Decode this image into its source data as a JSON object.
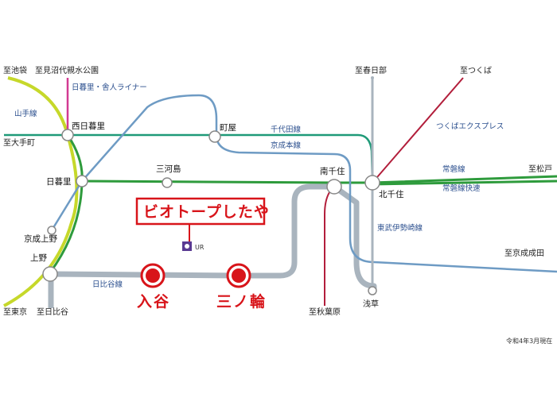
{
  "colors": {
    "yamanote": "#c6d82a",
    "jr_green": "#2e9b3c",
    "hibiya": "#a9b4be",
    "chiyoda_kanto": "#1f9a78",
    "tobu": "#6e9bc4",
    "tsukuba": "#b21e3b",
    "toneri": "#d23a92",
    "keisei": "#4a78b2",
    "station_red": "#d8141a",
    "label_blue": "#2b4f8e"
  },
  "destinations": {
    "ikebukuro": "至池袋",
    "minuma": "至見沼代親水公園",
    "otemachi": "至大手町",
    "tokyo": "至東京",
    "hibiya": "至日比谷",
    "kasukabe": "至春日部",
    "tsukuba": "至つくば",
    "matsudo": "至松戸",
    "narita": "至京成成田",
    "akihabara": "至秋葉原",
    "asakusa": "浅草"
  },
  "lines": {
    "yamanote": "山手線",
    "toneri": "日暮里・舎人ライナー",
    "chiyoda": "千代田線",
    "keisei": "京成本線",
    "tsukuba": "つくばエクスプレス",
    "joban": "常磐線",
    "joban_rapid": "常磐線快速",
    "tobu": "東武伊勢崎線",
    "hibiya": "日比谷線"
  },
  "stations": {
    "nishinippori": "西日暮里",
    "nippori": "日暮里",
    "machiya": "町屋",
    "mikawashima": "三河島",
    "minamisenju": "南千住",
    "kitasenju": "北千住",
    "keiseiueno": "京成上野",
    "ueno": "上野",
    "iriya": "入谷",
    "minowa": "三ノ輪"
  },
  "property": {
    "name": "ビオトープしたや",
    "logo_text": "UR"
  },
  "footnote": "令和4年3月現在"
}
